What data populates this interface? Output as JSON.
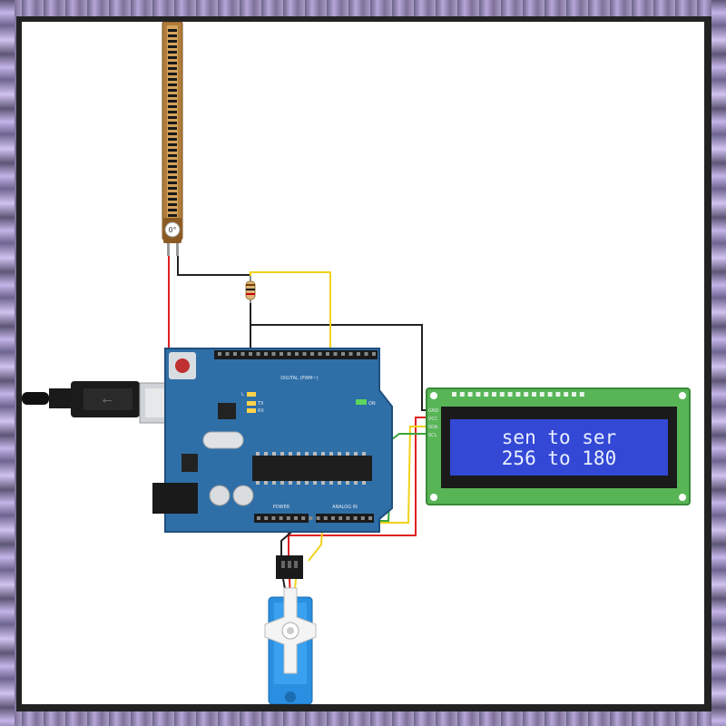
{
  "flex_sensor": {
    "angle_label": "0°"
  },
  "lcd": {
    "line1": "sen to ser",
    "line2": "256 to 180",
    "pins": [
      "GND",
      "VCC",
      "SDA",
      "SCL"
    ]
  },
  "arduino": {
    "digital_label": "DIGITAL (PWM~)",
    "power_label": "POWER",
    "analog_label": "ANALOG IN",
    "on_label": "ON",
    "tx_label": "TX",
    "rx_label": "RX",
    "l_label": "L"
  },
  "colors": {
    "board": "#2f6fa8",
    "lcd_pcb": "#58b556",
    "lcd_screen": "#3448d6",
    "wire_red": "#e02020",
    "wire_yellow": "#f2d21c",
    "wire_green": "#3aa53a",
    "wire_black": "#222222",
    "servo": "#2a8fe0"
  }
}
